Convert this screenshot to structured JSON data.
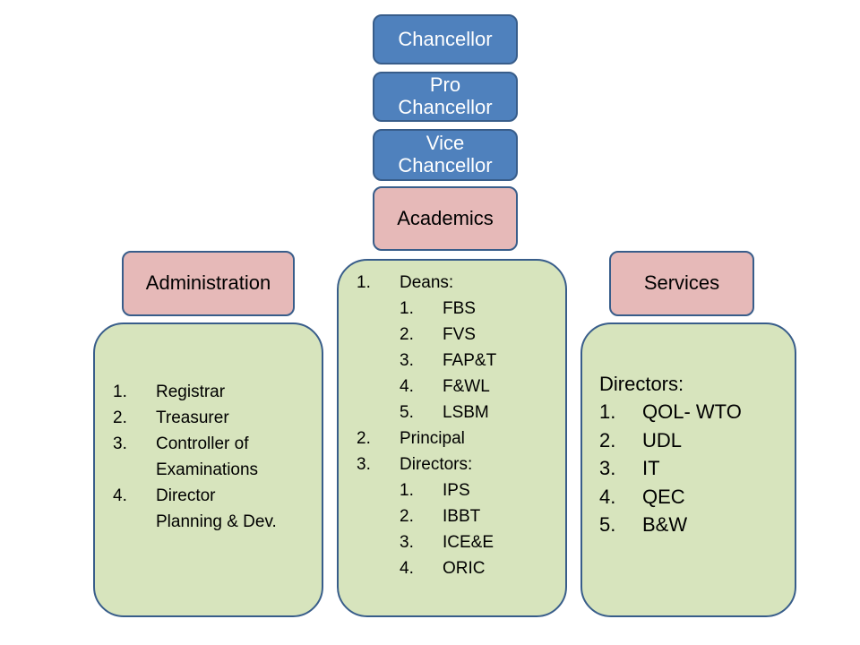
{
  "top_chain": {
    "chancellor": "Chancellor",
    "pro_chancellor": [
      "Pro",
      "Chancellor"
    ],
    "vice_chancellor": [
      "Vice",
      "Chancellor"
    ]
  },
  "academics": {
    "label": "Academics",
    "items": [
      {
        "num": "1.",
        "text": "Deans:",
        "sub": [
          {
            "num": "1.",
            "text": "FBS"
          },
          {
            "num": "2.",
            "text": "FVS"
          },
          {
            "num": "3.",
            "text": "FAP&T"
          },
          {
            "num": "4.",
            "text": "F&WL"
          },
          {
            "num": "5.",
            "text": "LSBM"
          }
        ]
      },
      {
        "num": "2.",
        "text": "Principal",
        "sub": []
      },
      {
        "num": "3.",
        "text": "Directors:",
        "sub": [
          {
            "num": "1.",
            "text": "IPS"
          },
          {
            "num": "2.",
            "text": "IBBT"
          },
          {
            "num": "3.",
            "text": "ICE&E"
          },
          {
            "num": "4.",
            "text": "ORIC"
          }
        ]
      }
    ]
  },
  "administration": {
    "label": "Administration",
    "items": [
      {
        "num": "1.",
        "lines": [
          "Registrar"
        ]
      },
      {
        "num": "2.",
        "lines": [
          "Treasurer"
        ]
      },
      {
        "num": "3.",
        "lines": [
          "Controller of",
          "Examinations"
        ]
      },
      {
        "num": "4.",
        "lines": [
          "Director",
          "Planning & Dev."
        ]
      }
    ]
  },
  "services": {
    "label": "Services",
    "heading": "Directors:",
    "items": [
      {
        "num": "1.",
        "text": "QOL- WTO"
      },
      {
        "num": "2.",
        "text": "UDL"
      },
      {
        "num": "3.",
        "text": "IT"
      },
      {
        "num": "4.",
        "text": "QEC"
      },
      {
        "num": "5.",
        "text": "B&W"
      }
    ]
  },
  "colors": {
    "blue_fill": "#4f81bd",
    "pink_fill": "#e6b9b8",
    "green_fill": "#d7e4bd",
    "border": "#385d8a"
  }
}
